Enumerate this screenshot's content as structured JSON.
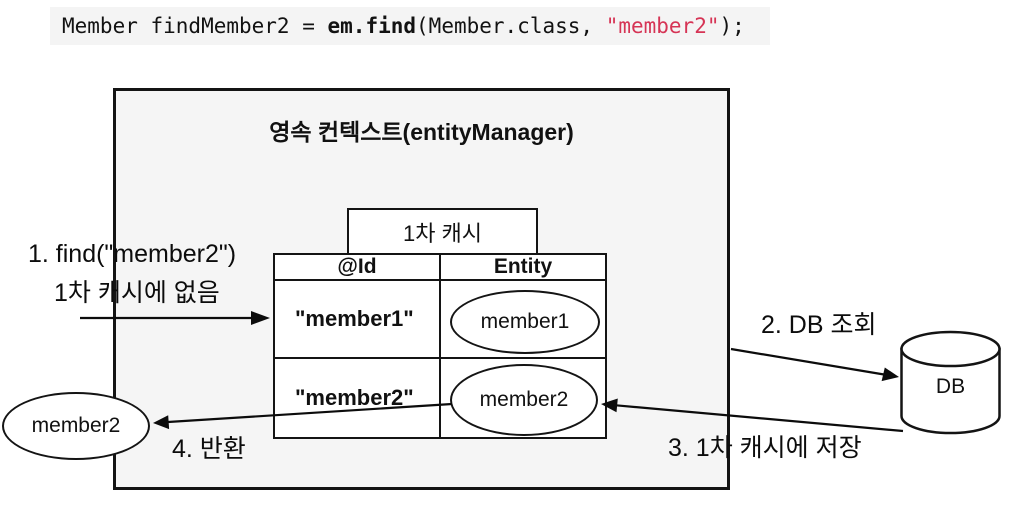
{
  "code": {
    "segments": [
      {
        "text": "Member findMember2 = ",
        "style": "plain"
      },
      {
        "text": "em.find",
        "style": "keyword-bold"
      },
      {
        "text": "(Member.class, ",
        "style": "plain"
      },
      {
        "text": "\"member2\"",
        "style": "string"
      },
      {
        "text": ");",
        "style": "plain"
      }
    ]
  },
  "diagram": {
    "container_title": "영속 컨텍스트(entityManager)",
    "cache_label": "1차 캐시",
    "table": {
      "headers": [
        "@Id",
        "Entity"
      ],
      "rows": [
        {
          "id": "\"member1\"",
          "entity": "member1"
        },
        {
          "id": "\"member2\"",
          "entity": "member2"
        }
      ]
    },
    "result_entity": "member2",
    "db_label": "DB",
    "steps": {
      "step1_line1": "1. find(\"member2\")",
      "step1_line2": "1차 캐시에 없음",
      "step2": "2. DB 조회",
      "step3": "3. 1차 캐시에 저장",
      "step4": "4. 반환"
    }
  },
  "colors": {
    "box_bg": "#f5f5f5",
    "code_bg": "#f4f4f4",
    "string_red": "#d63455",
    "line_black": "#141414"
  }
}
